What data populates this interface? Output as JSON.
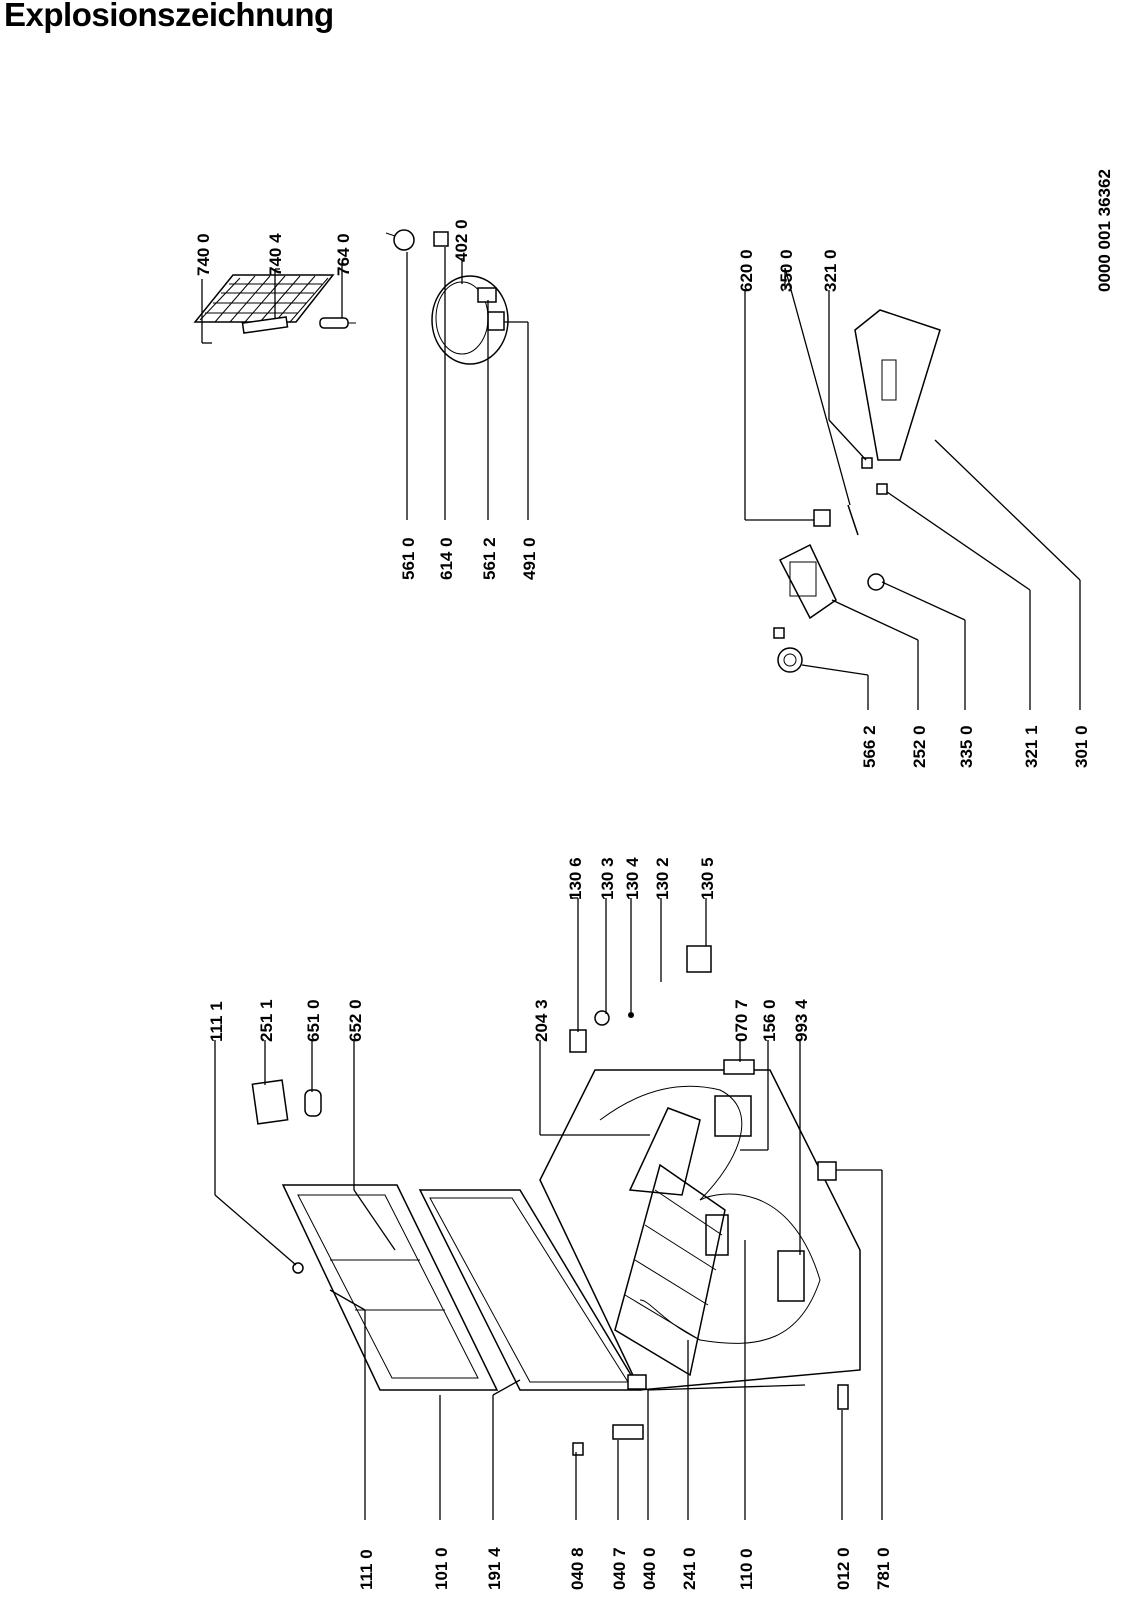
{
  "title": "Explosionszeichnung",
  "doc_number": "0000 001 36362",
  "labels": {
    "p7400": "740 0",
    "p7404": "740 4",
    "p7640": "764 0",
    "p4020": "402 0",
    "p5610": "561 0",
    "p6140": "614 0",
    "p5612": "561 2",
    "p4910": "491 0",
    "p6200": "620 0",
    "p3500": "350 0",
    "p3210": "321 0",
    "p5662": "566 2",
    "p2520": "252 0",
    "p3350": "335 0",
    "p3211": "321 1",
    "p3010": "301 0",
    "p1111": "111 1",
    "p2511": "251 1",
    "p6510": "651 0",
    "p6520": "652 0",
    "p2043": "204 3",
    "p1306": "130 6",
    "p1303": "130 3",
    "p1304": "130 4",
    "p1302": "130 2",
    "p1305": "130 5",
    "p0707": "070 7",
    "p1560": "156 0",
    "p9934": "993 4",
    "p1110": "111 0",
    "p1010": "101 0",
    "p1914": "191 4",
    "p0408": "040 8",
    "p0407": "040 7",
    "p0400": "040 0",
    "p2410": "241 0",
    "p1100": "110 0",
    "p0120": "012 0",
    "p7810": "781 0"
  }
}
